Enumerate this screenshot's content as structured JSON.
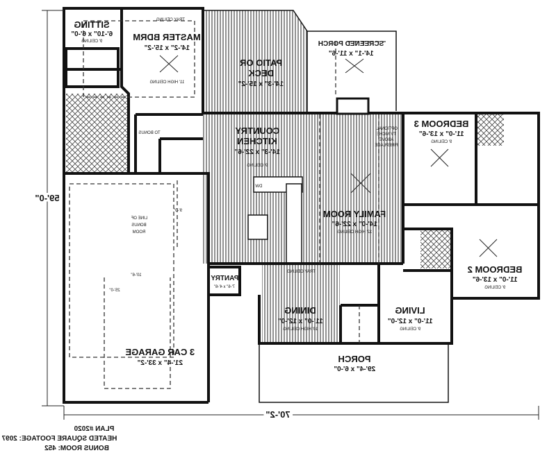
{
  "rooms": {
    "sitting": {
      "name": "SITTING",
      "dims": "6'-10\" x 6'-0\"",
      "ceiling": "9' CEILING"
    },
    "master": {
      "name": "MASTER BDRM",
      "dims": "14'-2\" x 15'-2\"",
      "ceiling": "11' HIGH CEILING",
      "tray": "TRAY CEILING"
    },
    "patio": {
      "name1": "PATIO OR",
      "name2": "DECK",
      "dims": "14'-3\" x 15'-2\""
    },
    "screened": {
      "name": "SCREENED PORCH",
      "dims": "14'-1\" x 11'-6\""
    },
    "kitchen": {
      "name1": "COUNTRY",
      "name2": "KITCHEN",
      "dims": "14'-3\" x 22'-6\"",
      "ceiling": "9' CEILING",
      "dw": "DW"
    },
    "family": {
      "name": "FAMILY ROOM",
      "dims": "14'-0\" x 22'-6\"",
      "ceiling": "12' HIGH CEILING",
      "niche": [
        "OPTIONAL",
        "TV NICHE",
        "ABOVE",
        "FIREPLACE"
      ]
    },
    "bedroom3": {
      "name": "BEDROOM 3",
      "dims": "11'-0\" x 13'-6\"",
      "ceiling": "9' CEILING"
    },
    "bedroom2": {
      "name": "BEDROOM 2",
      "dims": "11'-0\" x 13'-6\"",
      "ceiling": "9' CEILING"
    },
    "garage": {
      "name": "3 CAR GARAGE",
      "dims": "21'-4\" x 33'-2\"",
      "bonus_line": [
        "LINE OF",
        "BONUS",
        "ROOM"
      ],
      "dim_a": "10'-6\"",
      "dim_b": "25'-0\"",
      "dim_c": "9'-0\"",
      "to_bonus": "TO BONUS"
    },
    "pantry": {
      "name": "PANTRY",
      "dims": "7'-6\" x 4'-6\""
    },
    "dining": {
      "name": "DINING",
      "dims": "11'-0\" x 12'-0\"",
      "ceiling": "10' HIGH CEILING",
      "tray": "TRAY CEILING"
    },
    "living": {
      "name": "LIVING",
      "dims": "11'-0\" x 12'-0\"",
      "ceiling": "9' CEILING"
    },
    "porch": {
      "name": "PORCH",
      "dims": "29'-4\" x 6'-0\""
    }
  },
  "dimensions": {
    "depth": "59'-0\"",
    "width": "70'-2\""
  },
  "plan_info": {
    "plan": "PLAN #2020",
    "heated": "HEATED SQUARE FOOTAGE: 2097",
    "bonus": "BONUS ROOM:  452"
  }
}
